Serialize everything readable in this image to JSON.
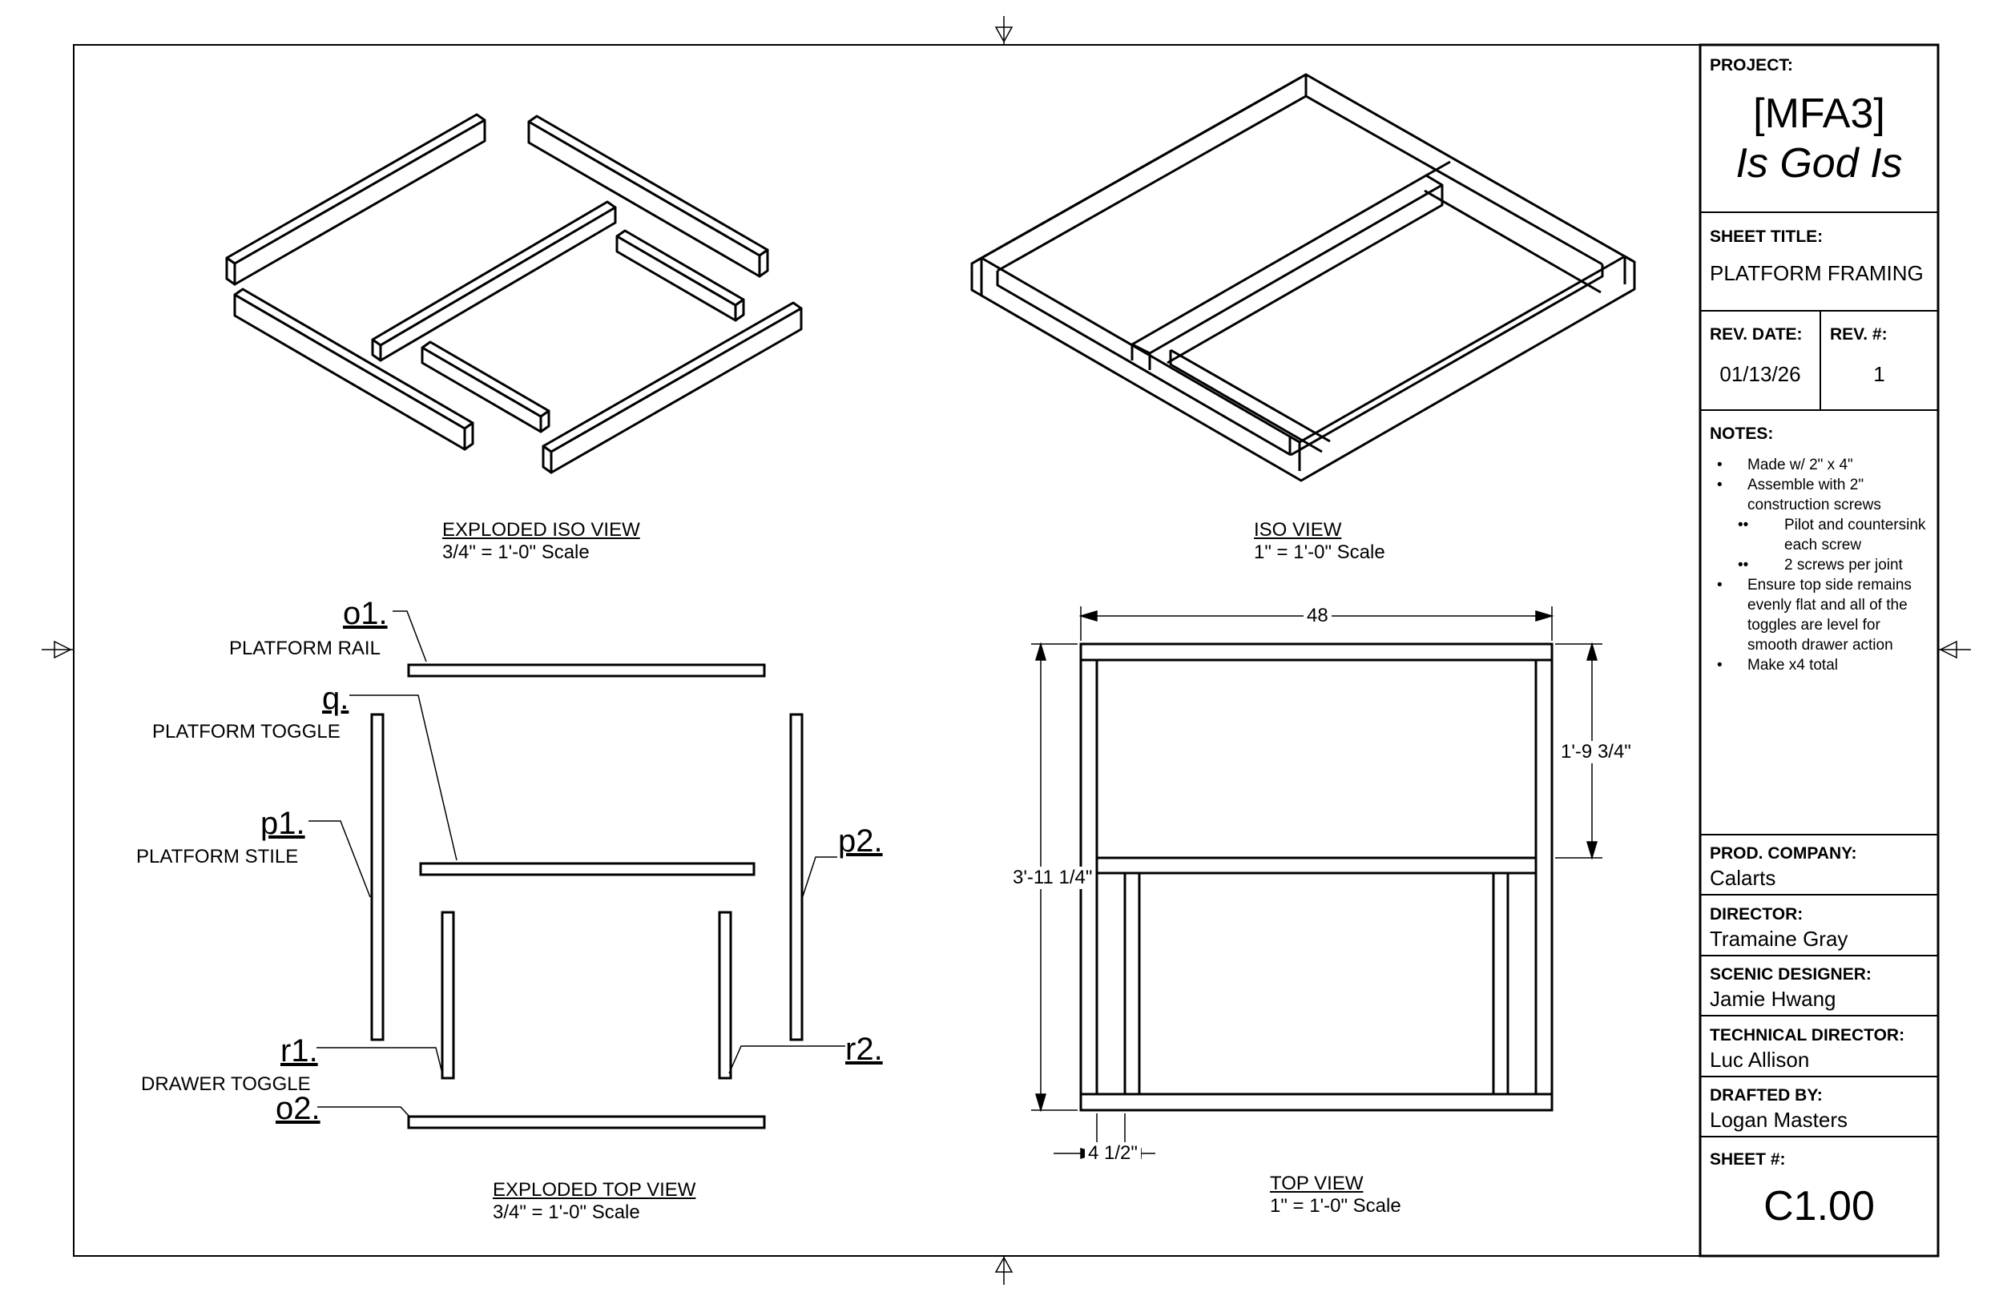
{
  "title_block": {
    "project_label": "PROJECT:",
    "project_code": "[MFA3]",
    "project_name": "Is God Is",
    "sheet_title_label": "SHEET TITLE:",
    "sheet_title": "PLATFORM FRAMING",
    "rev_date_label": "REV. DATE:",
    "rev_date": "01/13/26",
    "rev_num_label": "REV. #:",
    "rev_num": "1",
    "notes_label": "NOTES:",
    "notes": [
      "Made w/ 2\" x 4\"",
      "Assemble with 2\" construction screws",
      "Pilot and countersink each screw",
      "2 screws per joint",
      "Ensure top side remains evenly flat and all of the toggles are level for smooth drawer action",
      "Make x4 total"
    ],
    "prod_company_label": "PROD. COMPANY:",
    "prod_company": "Calarts",
    "director_label": "DIRECTOR:",
    "director": "Tramaine Gray",
    "scenic_designer_label": "SCENIC DESIGNER:",
    "scenic_designer": "Jamie Hwang",
    "technical_director_label": "TECHNICAL DIRECTOR:",
    "technical_director": "Luc Allison",
    "drafted_by_label": "DRAFTED BY:",
    "drafted_by": "Logan Masters",
    "sheet_num_label": "SHEET #:",
    "sheet_num": "C1.00"
  },
  "views": {
    "exploded_iso": {
      "title": "EXPLODED ISO VIEW",
      "scale": "3/4\" = 1'-0\" Scale"
    },
    "iso": {
      "title": "ISO VIEW",
      "scale": "1\" = 1'-0\" Scale"
    },
    "exploded_top": {
      "title": "EXPLODED TOP VIEW",
      "scale": "3/4\" = 1'-0\" Scale"
    },
    "top": {
      "title": "TOP VIEW",
      "scale": "1\" = 1'-0\" Scale"
    }
  },
  "parts": {
    "o1": {
      "code": "o1.",
      "name": "PLATFORM RAIL"
    },
    "q": {
      "code": "q.",
      "name": "PLATFORM TOGGLE"
    },
    "p1": {
      "code": "p1.",
      "name": "PLATFORM STILE"
    },
    "p2": {
      "code": "p2."
    },
    "r1": {
      "code": "r1.",
      "name": "DRAWER TOGGLE"
    },
    "r2": {
      "code": "r2."
    },
    "o2": {
      "code": "o2."
    }
  },
  "dimensions": {
    "width": "48",
    "depth": "3'-11 1/4\"",
    "toggle_offset": "1'-9 3/4\"",
    "toggle_inset": "4 1/2\""
  }
}
